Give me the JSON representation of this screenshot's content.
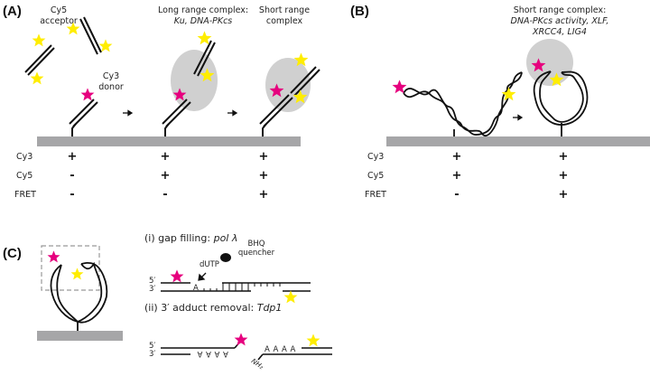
{
  "panels": {
    "A": {
      "label": "(A)",
      "acceptor_label_1": "Cy5",
      "acceptor_label_2": "acceptor",
      "donor_label_1": "Cy3",
      "donor_label_2": "donor",
      "long_range_title": "Long range complex:",
      "long_range_proteins": "Ku, DNA-PKcs",
      "short_range_title_1": "Short range",
      "short_range_title_2": "complex",
      "rows": [
        {
          "name": "Cy3",
          "values": [
            "+",
            "+",
            "+"
          ]
        },
        {
          "name": "Cy5",
          "values": [
            "-",
            "+",
            "+"
          ]
        },
        {
          "name": "FRET",
          "values": [
            "-",
            "-",
            "+"
          ]
        }
      ]
    },
    "B": {
      "label": "(B)",
      "title": "Short range complex:",
      "proteins_1": "DNA-PKcs activity, XLF,",
      "proteins_2": "XRCC4, LIG4",
      "rows": [
        {
          "name": "Cy3",
          "values": [
            "+",
            "+"
          ]
        },
        {
          "name": "Cy5",
          "values": [
            "+",
            "+"
          ]
        },
        {
          "name": "FRET",
          "values": [
            "-",
            "+"
          ]
        }
      ]
    },
    "C": {
      "label": "(C)",
      "gap_prefix": "(i) gap filling: ",
      "gap_enzyme": "pol λ",
      "bhq_1": "BHQ",
      "bhq_2": "quencher",
      "dutp": "dUTP",
      "five_prime": "5′",
      "three_prime": "3′",
      "base_A": "A",
      "adduct_prefix": "(ii) 3′ adduct removal: ",
      "adduct_enzyme": "Tdp1",
      "bases_upper": "A A A A",
      "bases_lower": "A A A A",
      "nh2": "NH₂"
    }
  },
  "colors": {
    "cy3": "#e6007e",
    "cy5": "#ffed00",
    "complex": "#d0d0d0",
    "surface": "#a6a6a8",
    "dna": "#111111"
  }
}
